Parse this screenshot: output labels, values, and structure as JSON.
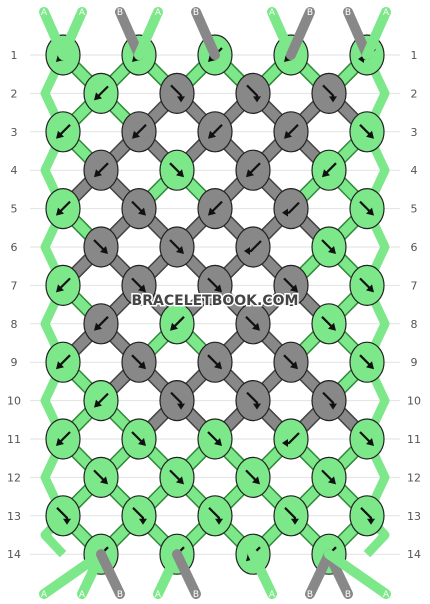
{
  "watermark": "BRACELETBOOK.COM",
  "colors": {
    "A": "#7de88a",
    "B": "#888888"
  },
  "strands_top": [
    "A",
    "A",
    "B",
    "A",
    "B",
    "A",
    "B",
    "B",
    "A"
  ],
  "strands_bottom": [
    "A",
    "A",
    "B",
    "A",
    "B",
    "A",
    "B",
    "B",
    "A"
  ],
  "row_labels": [
    "1",
    "2",
    "3",
    "4",
    "5",
    "6",
    "7",
    "8",
    "9",
    "10",
    "11",
    "12",
    "13",
    "14"
  ],
  "knot_rows": [
    [
      {
        "c": "A",
        "d": "bl"
      },
      {
        "c": "A",
        "d": "bl"
      },
      {
        "c": "A",
        "d": "bl"
      },
      {
        "c": "A",
        "d": "bl"
      },
      {
        "c": "A",
        "d": "fsl"
      }
    ],
    [
      {
        "c": "A",
        "d": "bl"
      },
      {
        "c": "B",
        "d": "fsr"
      },
      {
        "c": "B",
        "d": "fsr"
      },
      {
        "c": "B",
        "d": "fsr"
      }
    ],
    [
      {
        "c": "A",
        "d": "bl"
      },
      {
        "c": "B",
        "d": "bl"
      },
      {
        "c": "B",
        "d": "bl"
      },
      {
        "c": "B",
        "d": "bl"
      },
      {
        "c": "A",
        "d": "f"
      }
    ],
    [
      {
        "c": "B",
        "d": "bl"
      },
      {
        "c": "A",
        "d": "f"
      },
      {
        "c": "B",
        "d": "bl"
      },
      {
        "c": "A",
        "d": "bl"
      }
    ],
    [
      {
        "c": "A",
        "d": "bl"
      },
      {
        "c": "B",
        "d": "f"
      },
      {
        "c": "B",
        "d": "bl"
      },
      {
        "c": "B",
        "d": "fsl"
      },
      {
        "c": "A",
        "d": "f"
      }
    ],
    [
      {
        "c": "B",
        "d": "f"
      },
      {
        "c": "B",
        "d": "f"
      },
      {
        "c": "B",
        "d": "fsl"
      },
      {
        "c": "A",
        "d": "f"
      }
    ],
    [
      {
        "c": "A",
        "d": "bl"
      },
      {
        "c": "B",
        "d": "f"
      },
      {
        "c": "B",
        "d": "f"
      },
      {
        "c": "B",
        "d": "f"
      },
      {
        "c": "A",
        "d": "f"
      }
    ],
    [
      {
        "c": "B",
        "d": "bl"
      },
      {
        "c": "A",
        "d": "bl"
      },
      {
        "c": "B",
        "d": "f"
      },
      {
        "c": "A",
        "d": "f"
      }
    ],
    [
      {
        "c": "A",
        "d": "bl"
      },
      {
        "c": "B",
        "d": "f"
      },
      {
        "c": "B",
        "d": "f"
      },
      {
        "c": "B",
        "d": "f"
      },
      {
        "c": "A",
        "d": "f"
      }
    ],
    [
      {
        "c": "A",
        "d": "bl"
      },
      {
        "c": "B",
        "d": "fsr"
      },
      {
        "c": "B",
        "d": "fsr"
      },
      {
        "c": "B",
        "d": "fsr"
      }
    ],
    [
      {
        "c": "A",
        "d": "bl"
      },
      {
        "c": "A",
        "d": "f"
      },
      {
        "c": "A",
        "d": "f"
      },
      {
        "c": "A",
        "d": "fsl"
      },
      {
        "c": "A",
        "d": "f"
      }
    ],
    [
      {
        "c": "A",
        "d": "f"
      },
      {
        "c": "A",
        "d": "f"
      },
      {
        "c": "A",
        "d": "f"
      },
      {
        "c": "A",
        "d": "f"
      }
    ],
    [
      {
        "c": "A",
        "d": "fsr"
      },
      {
        "c": "A",
        "d": "fsr"
      },
      {
        "c": "A",
        "d": "fsr"
      },
      {
        "c": "A",
        "d": "fsr"
      },
      {
        "c": "A",
        "d": "fsr"
      }
    ],
    [
      {
        "c": "A",
        "d": "bl"
      },
      {
        "c": "A",
        "d": "bl"
      },
      {
        "c": "A",
        "d": "bl"
      },
      {
        "c": "A",
        "d": "bl"
      }
    ]
  ]
}
